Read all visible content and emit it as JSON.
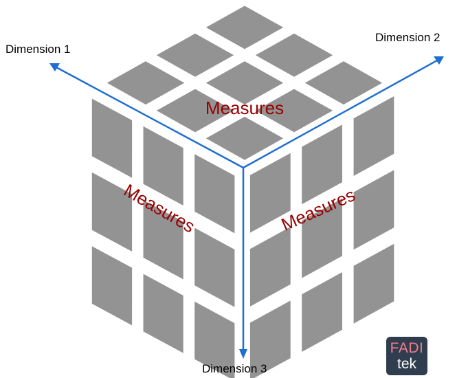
{
  "diagram": {
    "axes": {
      "dimension_1": "Dimension 1",
      "dimension_2": "Dimension 2",
      "dimension_3": "Dimension 3"
    },
    "faces": {
      "top": "Measures",
      "left": "Measures",
      "right": "Measures"
    },
    "colors": {
      "tile": "#939393",
      "axis": "#1f6fcf",
      "measure_text": "#990000",
      "logo_background": "#2f3d4e",
      "logo_accent": "#f27d8c"
    }
  },
  "logo": {
    "line1": "FADI",
    "line2": "tek"
  }
}
